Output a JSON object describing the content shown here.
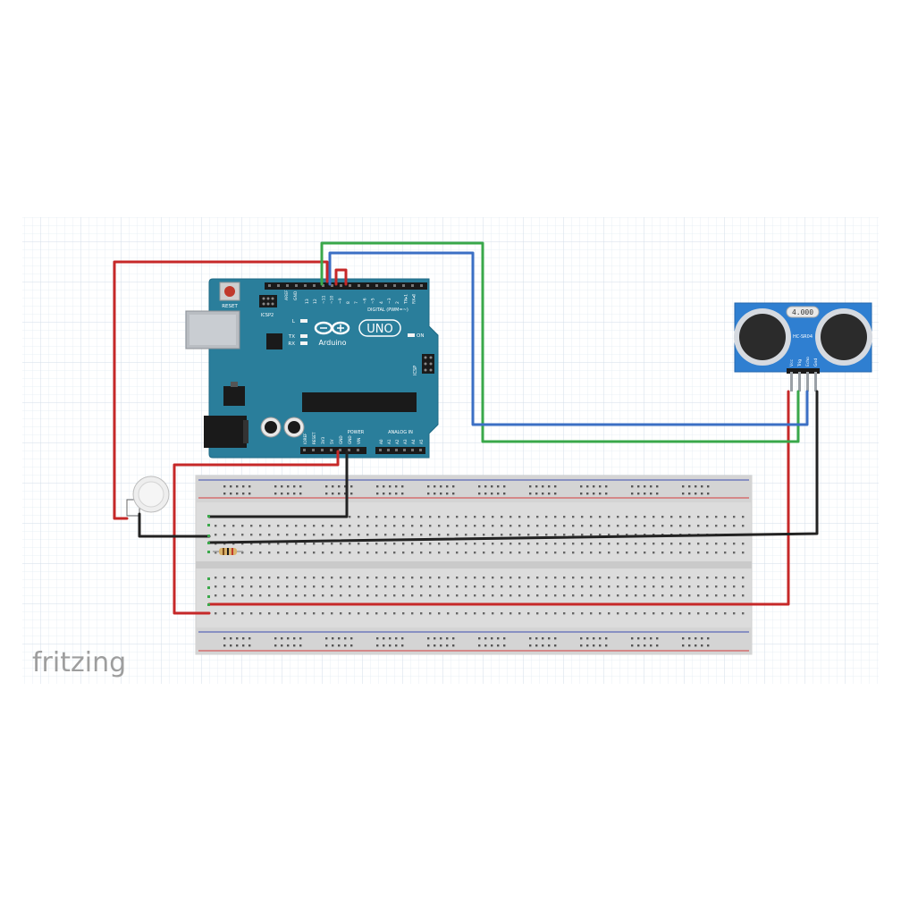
{
  "app": {
    "logo_text": "fritzing"
  },
  "arduino": {
    "board_name": "UNO",
    "brand": "Arduino",
    "reset_label": "RESET",
    "icsp2_label": "ICSP2",
    "icsp_label": "ICSP",
    "digital_label": "DIGITAL (PWM=~)",
    "analog_label": "ANALOG IN",
    "power_label": "POWER",
    "on_label": "ON",
    "led_l": "L",
    "led_tx": "TX",
    "led_rx": "RX",
    "aref_label": "AREF",
    "gnd_label": "GND",
    "digital_pins": [
      "13",
      "12",
      "~11",
      "~10",
      "~9",
      "8",
      "7",
      "~6",
      "~5",
      "4",
      "~3",
      "2",
      "TX▸1",
      "RX◂0"
    ],
    "power_pins": [
      "IOREF",
      "RESET",
      "3V3",
      "5V",
      "GND",
      "GND",
      "VIN"
    ],
    "analog_pins": [
      "A0",
      "A1",
      "A2",
      "A3",
      "A4",
      "A5"
    ]
  },
  "sensor": {
    "model": "HC-SR04",
    "crystal_label": "4.000",
    "pins": [
      "Vcc",
      "Trig",
      "Echo",
      "Gnd"
    ]
  },
  "wire_colors": {
    "red": "#c62828",
    "black": "#222222",
    "green": "#3aa84a",
    "blue": "#3b6fc4"
  },
  "board_color": "#2a7e9b",
  "sensor_color": "#2f7fd1"
}
